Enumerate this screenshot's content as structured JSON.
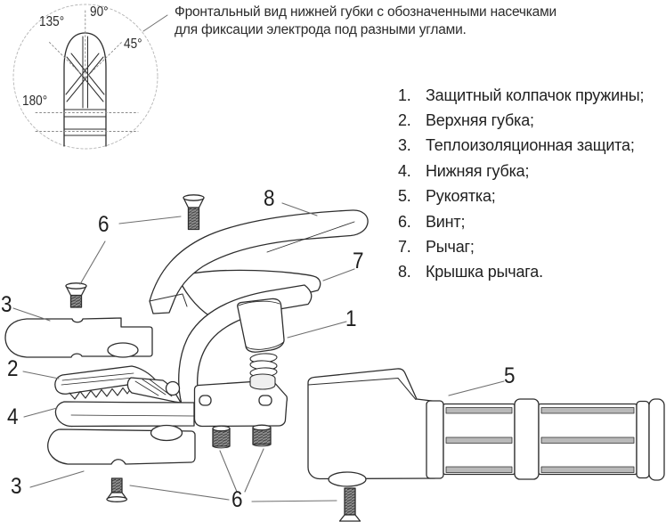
{
  "colors": {
    "line": "#2e2e2e",
    "leader": "#6f6f6f",
    "thread_fill": "#8f8f8f",
    "background": "#ffffff"
  },
  "inset": {
    "caption": {
      "line1": "Фронтальный вид нижней губки с обозначенными насечками",
      "line2": "для фиксации электрода под разными углами."
    },
    "angle_labels": [
      {
        "id": "angle-90",
        "label": "90°"
      },
      {
        "id": "angle-135",
        "label": "135°"
      },
      {
        "id": "angle-45",
        "label": "45°"
      },
      {
        "id": "angle-180",
        "label": "180°"
      }
    ]
  },
  "parts_list": {
    "items": [
      {
        "num": "1.",
        "label": "Защитный колпачок пружины;"
      },
      {
        "num": "2.",
        "label": "Верхняя губка;"
      },
      {
        "num": "3.",
        "label": "Теплоизоляционная защита;"
      },
      {
        "num": "4.",
        "label": "Нижняя губка;"
      },
      {
        "num": "5.",
        "label": "Рукоятка;"
      },
      {
        "num": "6.",
        "label": "Винт;"
      },
      {
        "num": "7.",
        "label": "Рычаг;"
      },
      {
        "num": "8.",
        "label": "Крышка рычага."
      }
    ]
  },
  "diagram": {
    "callouts": [
      {
        "id": "callout-6-top",
        "label": "6"
      },
      {
        "id": "callout-8",
        "label": "8"
      },
      {
        "id": "callout-7",
        "label": "7"
      },
      {
        "id": "callout-1",
        "label": "1"
      },
      {
        "id": "callout-3-top",
        "label": "3"
      },
      {
        "id": "callout-2",
        "label": "2"
      },
      {
        "id": "callout-4",
        "label": "4"
      },
      {
        "id": "callout-3-bottom",
        "label": "3"
      },
      {
        "id": "callout-6-bottom",
        "label": "6"
      },
      {
        "id": "callout-5",
        "label": "5"
      }
    ]
  }
}
